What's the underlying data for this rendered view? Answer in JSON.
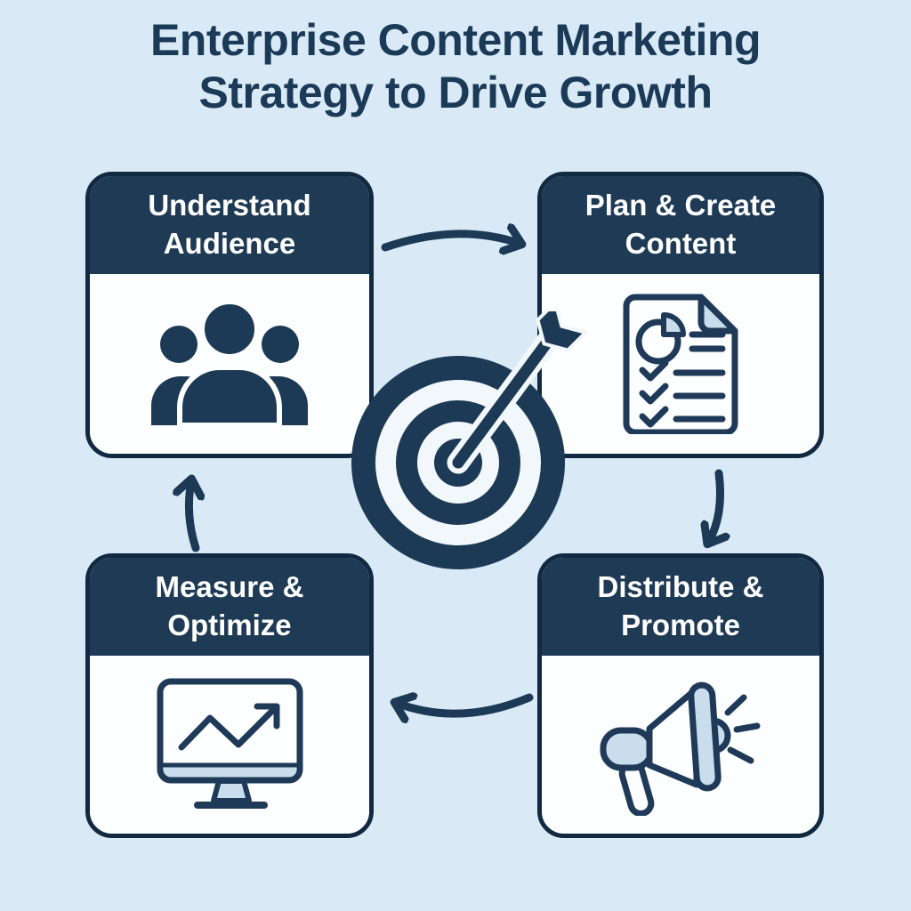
{
  "title": {
    "line1": "Enterprise Content Marketing",
    "line2": "Strategy to Drive Growth"
  },
  "steps": [
    {
      "key": "understand-audience",
      "position": "top-left",
      "label_line1": "Understand",
      "label_line2": "Audience",
      "icon": "people-group-icon"
    },
    {
      "key": "plan-create-content",
      "position": "top-right",
      "label_line1": "Plan & Create",
      "label_line2": "Content",
      "icon": "document-checklist-icon"
    },
    {
      "key": "distribute-promote",
      "position": "bottom-right",
      "label_line1": "Distribute &",
      "label_line2": "Promote",
      "icon": "megaphone-icon"
    },
    {
      "key": "measure-optimize",
      "position": "bottom-left",
      "label_line1": "Measure &",
      "label_line2": "Optimize",
      "icon": "monitor-growth-chart-icon"
    }
  ],
  "center": {
    "icon": "target-dart-icon"
  },
  "arrows": [
    {
      "from": "understand-audience",
      "to": "plan-create-content"
    },
    {
      "from": "plan-create-content",
      "to": "distribute-promote"
    },
    {
      "from": "distribute-promote",
      "to": "measure-optimize"
    },
    {
      "from": "measure-optimize",
      "to": "understand-audience"
    }
  ],
  "colors": {
    "background": "#d9eaf6",
    "navy": "#1c3a55",
    "card_border": "#112941",
    "header_text": "#ffffff",
    "card_body": "#fdfeff",
    "icon_light_blue": "#c9dded"
  }
}
